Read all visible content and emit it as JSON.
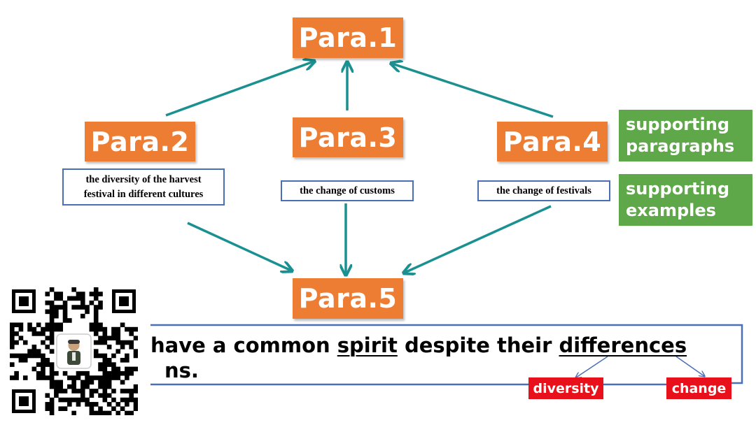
{
  "paras": {
    "p1": "Para.1",
    "p2": "Para.2",
    "p3": "Para.3",
    "p4": "Para.4",
    "p5": "Para.5"
  },
  "notes": {
    "p2_line1": "the diversity of the harvest",
    "p2_line2": "festival in different cultures",
    "p3": "the change of  customs",
    "p4": "the change of festivals"
  },
  "legend": {
    "supporting_paragraphs_line1": "supporting",
    "supporting_paragraphs_line2": "paragraphs",
    "supporting_examples_line1": "supporting",
    "supporting_examples_line2": "examples"
  },
  "sentence": {
    "line1_part1": "have a common ",
    "line1_spirit": "spirit",
    "line1_part2": " despite their ",
    "line1_differences": "differences",
    "line2": "ns."
  },
  "tags": {
    "diversity": "diversity",
    "change": "change"
  },
  "colors": {
    "para_orange": "#ee7d34",
    "arrow_teal": "#1a9190",
    "legend_green": "#5fa84a",
    "frame_blue": "#4a6fb5",
    "tag_red": "#e8101a"
  },
  "icons": {
    "qr": "qr-code-icon",
    "avatar": "avatar-icon"
  }
}
